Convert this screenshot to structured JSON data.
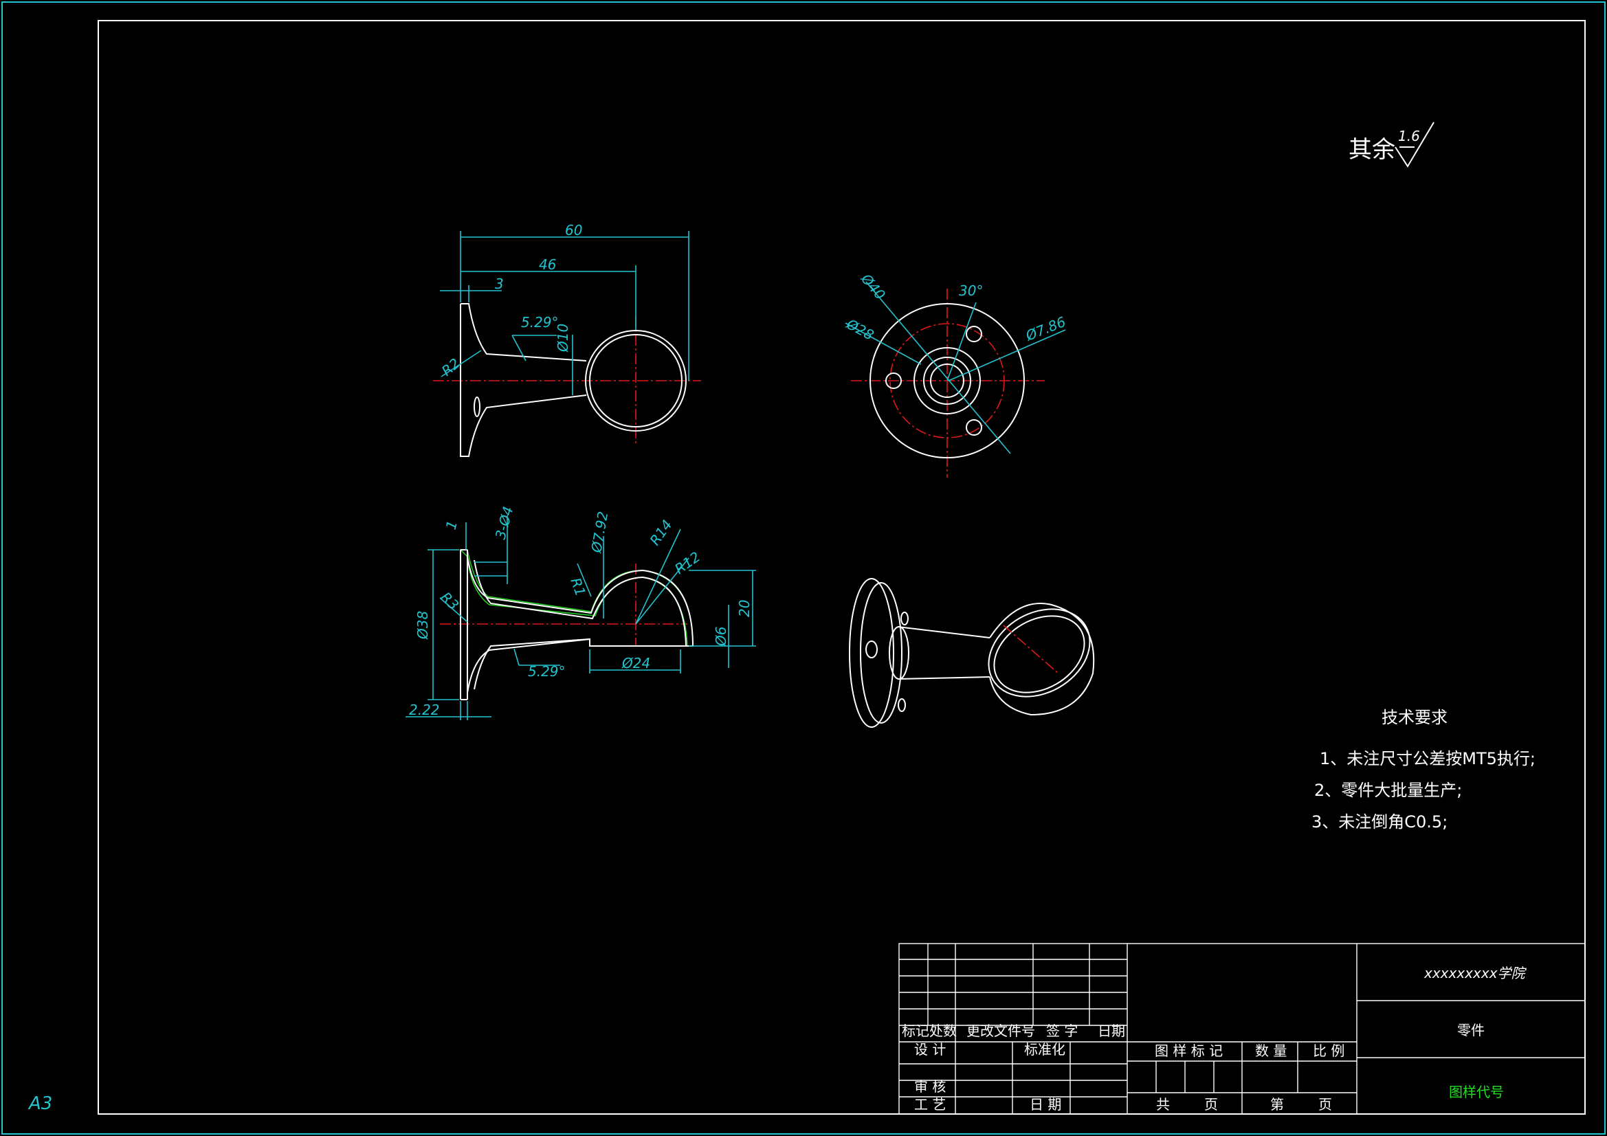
{
  "sheet": {
    "size_label": "A3",
    "roughness": {
      "label": "其余",
      "value": "1.6"
    }
  },
  "colors": {
    "background": "#000000",
    "outline": "#ffffff",
    "dimension": "#22c4d0",
    "centerline": "#e01818",
    "highlight": "#22dd22"
  },
  "views": {
    "front": {
      "dims": [
        "60",
        "46",
        "3",
        "5.29°",
        "Ø10",
        "R2"
      ]
    },
    "top": {
      "dims": [
        "Ø40",
        "30°",
        "Ø28",
        "Ø7.86"
      ]
    },
    "section": {
      "dims": [
        "1",
        "3-Ø4",
        "Ø7.92",
        "R14",
        "R12",
        "R1",
        "R3",
        "Ø38",
        "20",
        "Ø6",
        "Ø24",
        "5.29°",
        "2.22"
      ]
    }
  },
  "tech_requirements": {
    "title": "技术要求",
    "items": [
      "1、未注尺寸公差按MT5执行;",
      "2、零件大批量生产;",
      "3、未注倒角C0.5;"
    ]
  },
  "title_block": {
    "school": "xxxxxxxxx学院",
    "part_name": "零件",
    "drawing_code": "图样代号",
    "labels": {
      "mark": "标记",
      "count": "处数",
      "change_doc": "更改文件号",
      "signature": "签 字",
      "date": "日期",
      "design": "设 计",
      "standardize": "标准化",
      "review": "审 核",
      "process": "工 艺",
      "date2": "日 期",
      "drawing_mark": "图 样 标 记",
      "quantity": "数 量",
      "scale": "比 例",
      "total": "共",
      "sheet_no": "第",
      "page1": "页",
      "page2": "页"
    }
  }
}
